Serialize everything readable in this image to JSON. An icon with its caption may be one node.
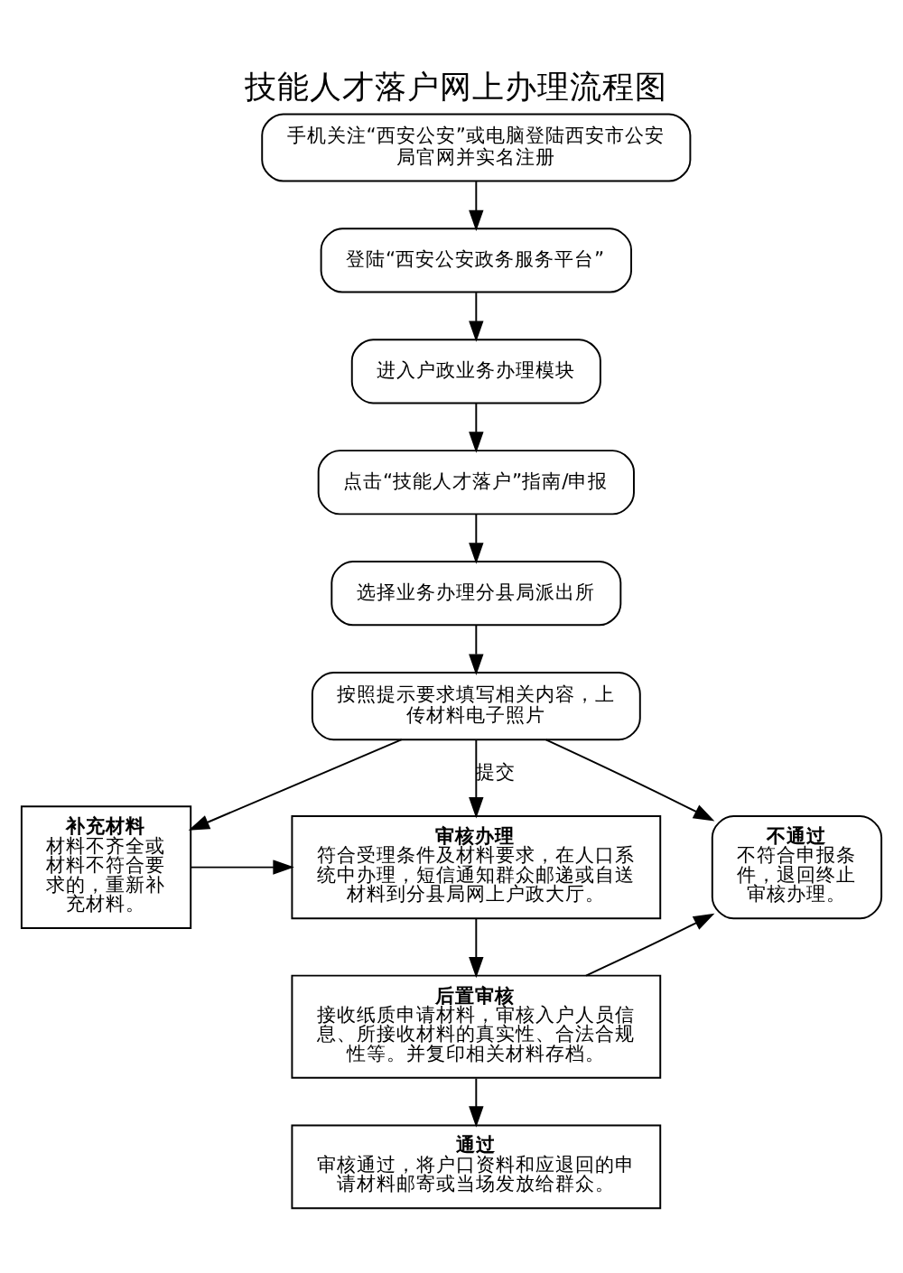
{
  "diagram": {
    "title": "技能人才落户网上办理流程图",
    "nodes": [
      {
        "text": [
          "手机关注“西安公安”或电脑登陆西安市公安局官网并实名注册"
        ]
      },
      {
        "text": [
          "登陆“西安公安政务服务平台”"
        ]
      },
      {
        "text": [
          "进入户政业务办理模块"
        ]
      },
      {
        "text": [
          "点击“技能人才落户”指南/申报"
        ]
      },
      {
        "text": [
          "选择业务办理分县局派出所"
        ]
      },
      {
        "text": [
          "按照提示要求填写相关内容，上传材料电子照片"
        ]
      },
      {
        "text": [
          "补充材料",
          "材料不齐全或材料不符合要求的，重新补充材料。"
        ]
      },
      {
        "text": [
          "审核办理",
          "符合受理条件及材料要求，在人口系统中办理，短信通知群众邮递或自送材料到分县局网上户政大厅。"
        ]
      },
      {
        "text": [
          "不通过",
          "不符合申报条件，退回终止审核办理。"
        ]
      },
      {
        "text": [
          "后置审核",
          "接收纸质申请材料，审核入户人员信息、所接收材料的真实性、合法合规性等。并复印相关材料存档。"
        ]
      },
      {
        "text": [
          "通过",
          "审核通过，将户口资料和应退回的申请材料邮寄或当场发放给群众。"
        ]
      }
    ],
    "edges": [
      {
        "from": 0,
        "to": 1,
        "arrow": "to"
      },
      {
        "from": 1,
        "to": 2,
        "arrow": "to"
      },
      {
        "from": 2,
        "to": 3,
        "arrow": "to"
      },
      {
        "from": 3,
        "to": 4,
        "arrow": "to"
      },
      {
        "from": 4,
        "to": 5,
        "arrow": "to"
      },
      {
        "from": 5,
        "to": 7,
        "arrow": "to",
        "label": "提交"
      },
      {
        "from": 5,
        "to": 6,
        "arrow": "to"
      },
      {
        "from": 5,
        "to": 8,
        "arrow": "to"
      },
      {
        "from": 6,
        "to": 7,
        "arrow": "to"
      },
      {
        "from": 7,
        "to": 9,
        "arrow": "to"
      },
      {
        "from": 9,
        "to": 8,
        "arrow": "to"
      },
      {
        "from": 9,
        "to": 10,
        "arrow": "to"
      }
    ]
  }
}
